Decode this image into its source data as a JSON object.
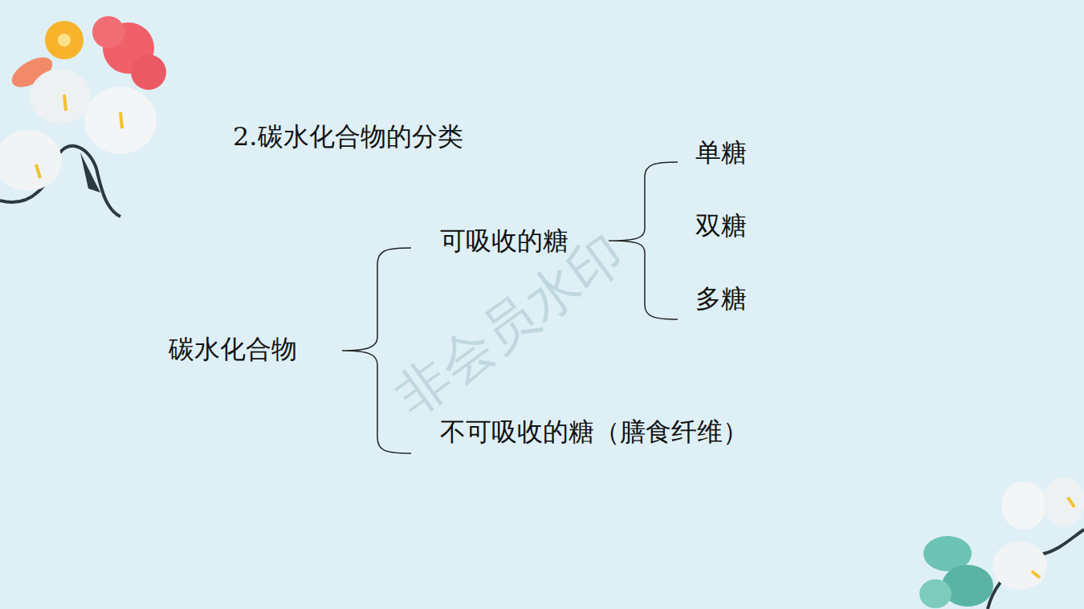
{
  "diagram": {
    "title": "2.碳水化合物的分类",
    "labels": [
      "碳水化合物",
      "可吸收的糖",
      "单糖",
      "双糖",
      "多糖",
      "不可吸收的糖（膳食纤维）",
      "非会员水印"
    ]
  }
}
